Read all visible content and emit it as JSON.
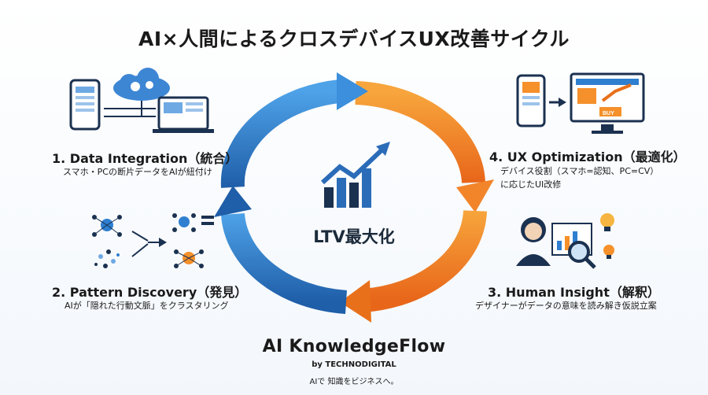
{
  "title": "AI×人間によるクロスデバイスUX改善サイクル",
  "center": {
    "label": "LTV最大化"
  },
  "stages": [
    {
      "title": "1. Data Integration（統合）",
      "desc": [
        "スマホ・PCの断片データをAIが紐付け"
      ]
    },
    {
      "title": "2. Pattern Discovery（発見）",
      "desc": [
        "AIが「隠れた行動文脈」をクラスタリング"
      ]
    },
    {
      "title": "3. Human Insight（解釈）",
      "desc": [
        "デザイナーがデータの意味を読み解き仮説立案"
      ]
    },
    {
      "title": "4. UX Optimization（最適化）",
      "desc": [
        "デバイス役割（スマホ=認知、PC=CV）",
        "に応じたUI改修"
      ]
    }
  ],
  "icons": {
    "buy_label": "BUY"
  },
  "brand": {
    "name": "AI KnowledgeFlow",
    "by": "by TECHNODIGITAL",
    "tagline": "AIで 知識をビジネスへ。"
  },
  "colors": {
    "blue": "#2f7fd0",
    "blue_dark": "#1f5ea8",
    "orange": "#f5902a",
    "orange_dark": "#e8701a",
    "navy": "#1b3150"
  }
}
